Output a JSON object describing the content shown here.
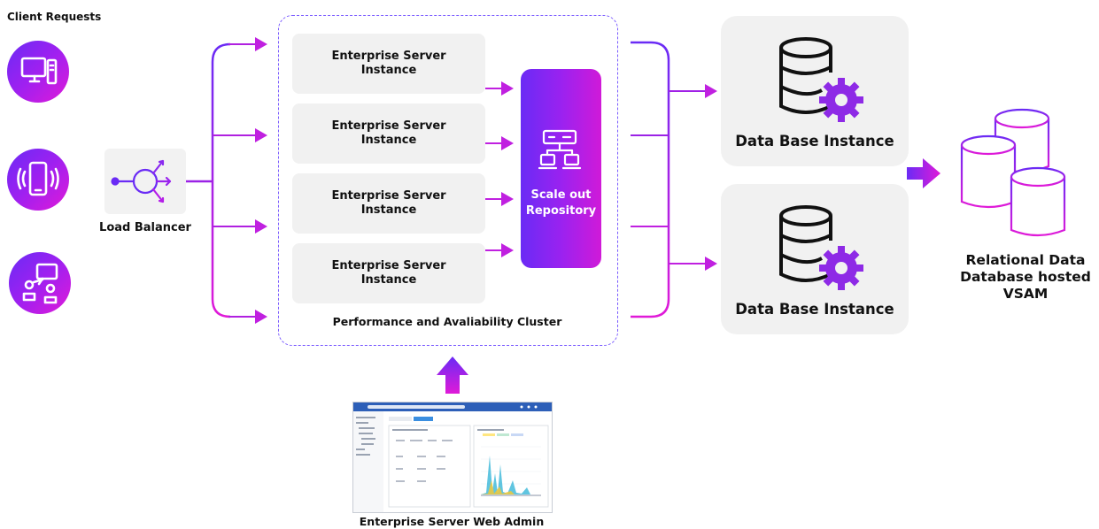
{
  "client_requests": {
    "title": "Client Requests",
    "icons": [
      "desktop-computer-icon",
      "mobile-phone-icon",
      "user-flow-icon"
    ]
  },
  "load_balancer": {
    "label": "Load Balancer",
    "icon": "load-balancer-icon"
  },
  "cluster": {
    "label": "Performance and Avaliability Cluster",
    "instances": [
      {
        "label": "Enterprise Server Instance"
      },
      {
        "label": "Enterprise Server Instance"
      },
      {
        "label": "Enterprise Server Instance"
      },
      {
        "label": "Enterprise Server Instance"
      }
    ],
    "repository": {
      "label": "Scale out Repository",
      "icon": "network-server-icon"
    }
  },
  "databases": [
    {
      "label": "Data Base Instance",
      "icon": "database-gear-icon"
    },
    {
      "label": "Data Base Instance",
      "icon": "database-gear-icon"
    }
  ],
  "relational": {
    "label": "Relational Data Database hosted VSAM",
    "icon": "database-stack-icon"
  },
  "admin": {
    "label": "Enterprise Server Web Admin"
  },
  "colors": {
    "accent_purple": "#6a2bf5",
    "accent_magenta": "#e01ad8",
    "connector": "#b020e0",
    "box_gray": "#f1f1f1"
  }
}
